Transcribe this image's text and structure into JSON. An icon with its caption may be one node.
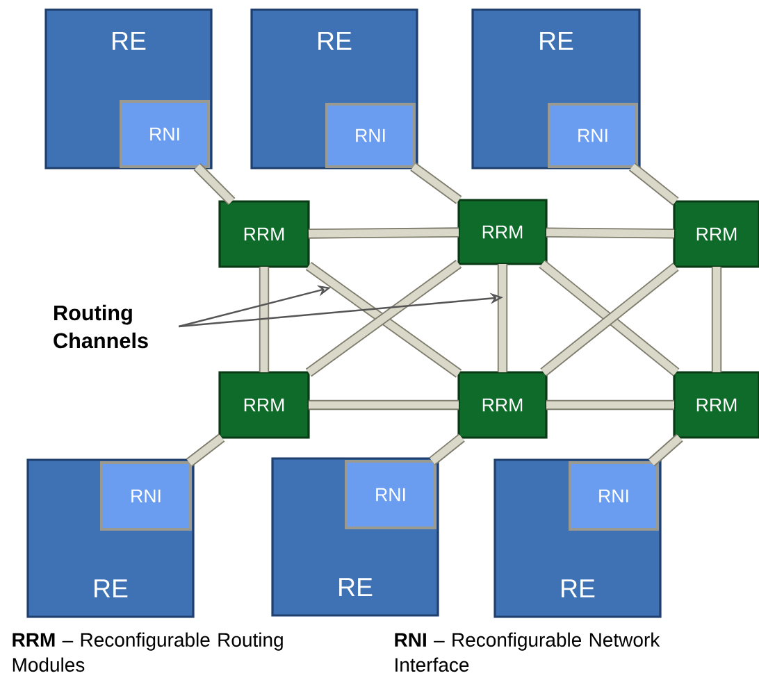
{
  "diagram": {
    "nodes": [
      {
        "text": [
          "RE"
        ]
      },
      {
        "text": [
          "RNI"
        ],
        "in": 0
      },
      {
        "text": [
          "RE"
        ]
      },
      {
        "text": [
          "RNI"
        ],
        "in": 2
      },
      {
        "text": [
          "RE"
        ]
      },
      {
        "text": [
          "RNI"
        ],
        "in": 4
      },
      {
        "text": [
          "RRM"
        ]
      },
      {
        "text": [
          "RRM"
        ]
      },
      {
        "text": [
          "RRM"
        ]
      },
      {
        "text": [
          "Routing Channels"
        ]
      },
      {
        "text": [
          "RRM"
        ]
      },
      {
        "text": [
          "RRM"
        ]
      },
      {
        "text": [
          "RRM"
        ]
      },
      {
        "text": [
          "RNI"
        ],
        "in": 14
      },
      {
        "text": [
          "RE"
        ]
      },
      {
        "text": [
          "RNI"
        ],
        "in": 16
      },
      {
        "text": [
          "RE"
        ]
      },
      {
        "text": [
          "RNI"
        ],
        "in": 18
      },
      {
        "text": [
          "RE"
        ]
      }
    ],
    "edges": [
      {
        "from": 1,
        "to": 6,
        "arrow": "none"
      },
      {
        "from": 3,
        "to": 7,
        "arrow": "none"
      },
      {
        "from": 5,
        "to": 8,
        "arrow": "none"
      },
      {
        "from": 6,
        "to": 7,
        "arrow": "none"
      },
      {
        "from": 7,
        "to": 8,
        "arrow": "none"
      },
      {
        "from": 6,
        "to": 10,
        "arrow": "none"
      },
      {
        "from": 7,
        "to": 11,
        "arrow": "none"
      },
      {
        "from": 8,
        "to": 12,
        "arrow": "none"
      },
      {
        "from": 6,
        "to": 11,
        "arrow": "none"
      },
      {
        "from": 7,
        "to": 10,
        "arrow": "none"
      },
      {
        "from": 7,
        "to": 12,
        "arrow": "none"
      },
      {
        "from": 8,
        "to": 11,
        "arrow": "none"
      },
      {
        "from": 10,
        "to": 11,
        "arrow": "none"
      },
      {
        "from": 11,
        "to": 12,
        "arrow": "none"
      },
      {
        "from": 10,
        "to": 13,
        "arrow": "none"
      },
      {
        "from": 11,
        "to": 15,
        "arrow": "none"
      },
      {
        "from": 12,
        "to": 17,
        "arrow": "none"
      },
      {
        "from": 9,
        "to": null,
        "arrow": "to",
        "color": "#555555"
      },
      {
        "from": 9,
        "to": null,
        "arrow": "to",
        "color": "#555555"
      }
    ],
    "labels": [
      "**RRM** – Reconfigurable Routing Modules",
      "**RNI** – Reconfigurable Network Interface"
    ]
  }
}
